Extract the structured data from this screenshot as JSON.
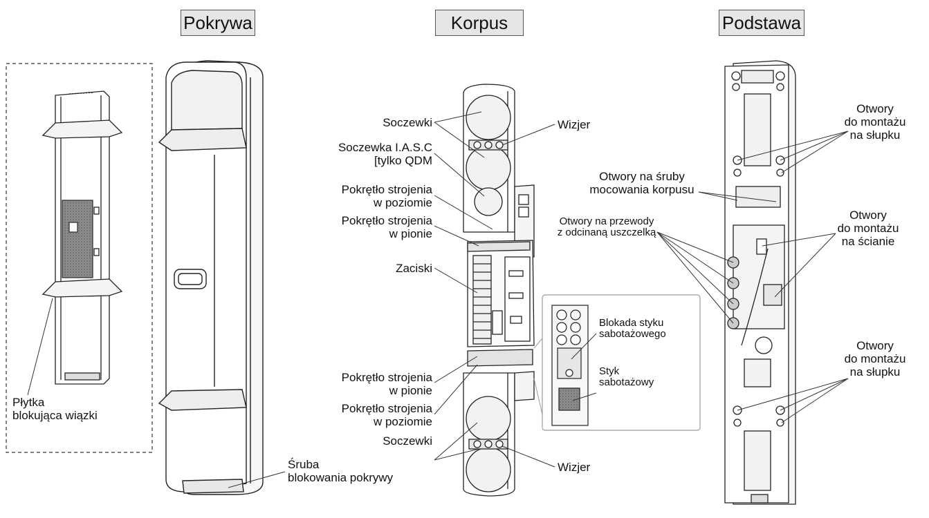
{
  "headers": {
    "cover": "Pokrywa",
    "body": "Korpus",
    "base": "Podstawa"
  },
  "cover_labels": {
    "beam_plate_1": "Płytka",
    "beam_plate_2": "blokująca wiązki",
    "screw_1": "Śruba",
    "screw_2": "blokowania pokrywy"
  },
  "body_labels": {
    "lenses_top": "Soczewki",
    "iasc_1": "Soczewka I.A.S.C",
    "iasc_2": "[tylko QDM",
    "h_knob_top_1": "Pokrętło strojenia",
    "h_knob_top_2": "w poziomie",
    "v_knob_top_1": "Pokrętło strojenia",
    "v_knob_top_2": "w pionie",
    "terminals": "Zaciski",
    "v_knob_bot_1": "Pokrętło strojenia",
    "v_knob_bot_2": "w pionie",
    "h_knob_bot_1": "Pokrętło strojenia",
    "h_knob_bot_2": "w poziomie",
    "lenses_bot": "Soczewki",
    "sight_top": "Wizjer",
    "sight_bot": "Wizjer",
    "tamper_lock_1": "Blokada styku",
    "tamper_lock_2": "sabotażowego",
    "tamper_1": "Styk",
    "tamper_2": "sabotażowy"
  },
  "base_labels": {
    "pole_top_1": "Otwory",
    "pole_top_2": "do montażu",
    "pole_top_3": "na słupku",
    "screw_holes_1": "Otwory na śruby",
    "screw_holes_2": "mocowania korpusu",
    "cable_1": "Otwory na przewody",
    "cable_2": "z odcinaną uszczelką",
    "wall_1": "Otwory",
    "wall_2": "do montażu",
    "wall_3": "na ścianie",
    "pole_bot_1": "Otwory",
    "pole_bot_2": "do montażu",
    "pole_bot_3": "na słupku"
  }
}
